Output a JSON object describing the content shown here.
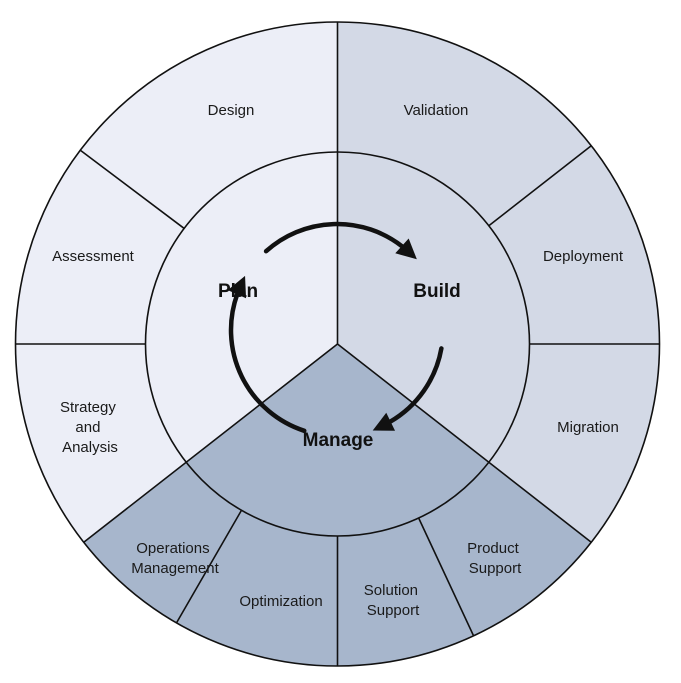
{
  "colors": {
    "plan": "#eceef7",
    "build": "#d3d9e6",
    "manage": "#a7b6cc",
    "stroke": "#111111",
    "arrow": "#111111"
  },
  "phases": {
    "plan": "Plan",
    "build": "Build",
    "manage": "Manage"
  },
  "segments": {
    "design": "Design",
    "assessment": "Assessment",
    "strategy": [
      "Strategy",
      "and",
      "Analysis"
    ],
    "validation": "Validation",
    "deployment": "Deployment",
    "migration": "Migration",
    "operations": [
      "Operations",
      "Management"
    ],
    "optimization": "Optimization",
    "solution_support": [
      "Solution",
      "Support"
    ],
    "product_support": [
      "Product",
      "Support"
    ]
  }
}
